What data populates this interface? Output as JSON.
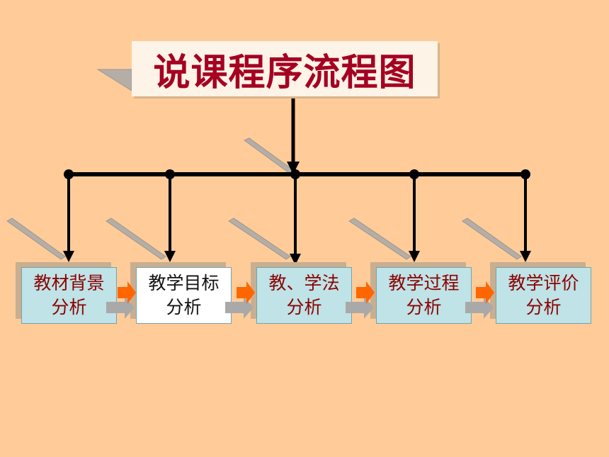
{
  "title": "说课程序流程图",
  "steps": [
    {
      "line1": "教材背景",
      "line2": "分析"
    },
    {
      "line1": "教学目标",
      "line2": "分析"
    },
    {
      "line1": "教、学法",
      "line2": "分析"
    },
    {
      "line1": "教学过程",
      "line2": "分析"
    },
    {
      "line1": "教学评价",
      "line2": "分析"
    }
  ],
  "colors": {
    "background": "#FFCC99",
    "title_text": "#A50021",
    "box_fill": "#BFE3E6",
    "highlight_box_fill": "#FFFFFF",
    "box_text": "#8B0000",
    "connector_arrow": "#FF6600",
    "tree_lines": "#000000"
  },
  "highlighted_step_index": 1
}
